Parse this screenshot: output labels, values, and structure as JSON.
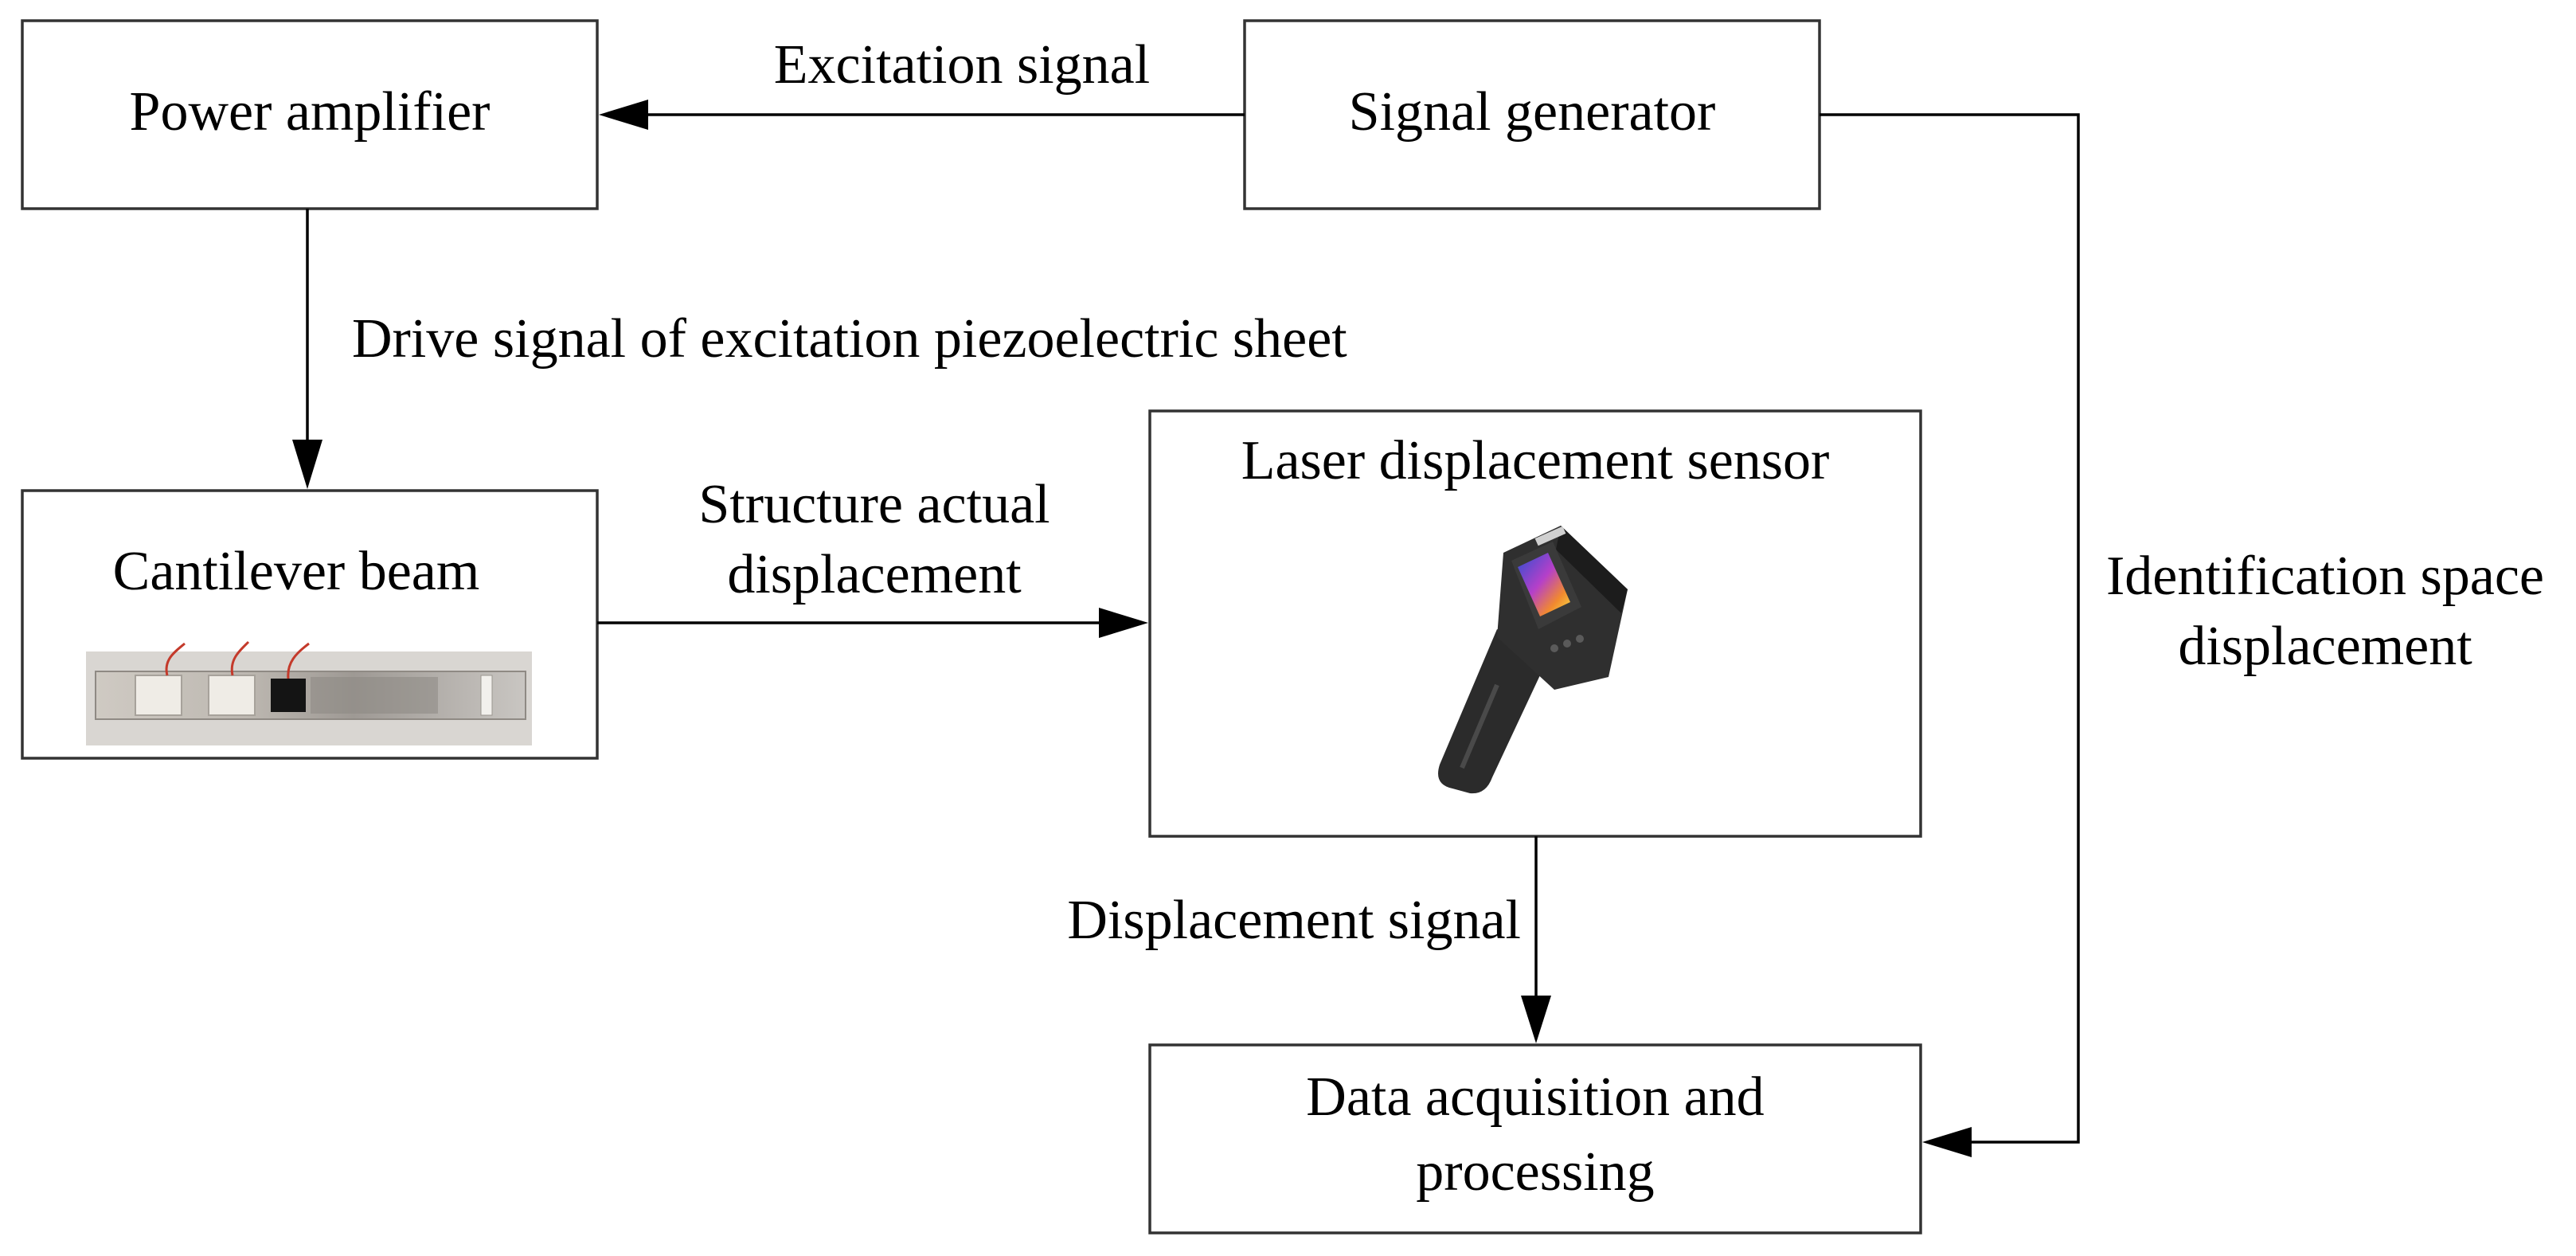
{
  "nodes": {
    "power_amplifier": "Power amplifier",
    "signal_generator": "Signal generator",
    "cantilever_beam": "Cantilever beam",
    "laser_sensor": "Laser displacement sensor",
    "data_acquisition": [
      "Data acquisition and",
      "processing"
    ]
  },
  "edges": {
    "excitation_signal": "Excitation signal",
    "drive_signal": "Drive signal of excitation piezoelectric sheet",
    "structure_displacement": [
      "Structure actual",
      "displacement"
    ],
    "displacement_signal": "Displacement signal",
    "identification_displacement": [
      "Identification space",
      "displacement"
    ]
  },
  "colors": {
    "line": "#000000",
    "box_border": "#333333",
    "beam_photo_bg": "#d9d6d2",
    "sensor_body": "#2b2b2b"
  }
}
